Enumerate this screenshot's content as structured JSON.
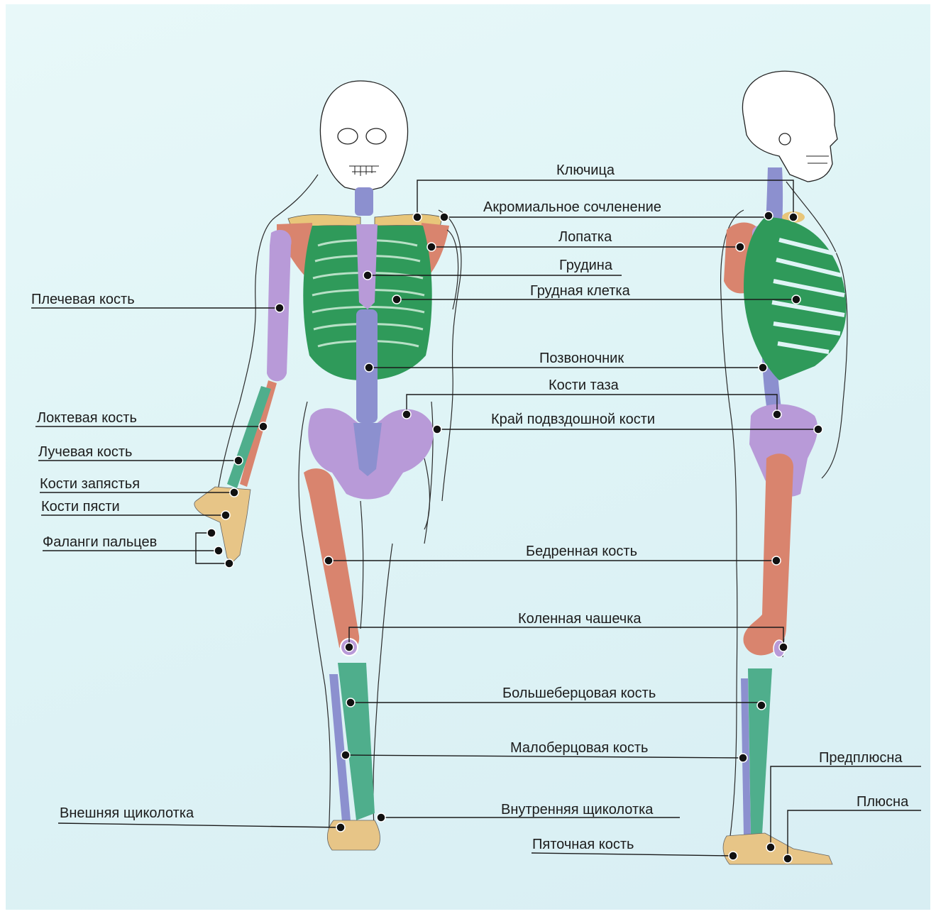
{
  "labels": {
    "klyuchitsa": "Ключица",
    "akromialnoe": "Акромиальное сочленение",
    "lopatka": "Лопатка",
    "grudina": "Грудина",
    "grudnaya_kletka": "Грудная клетка",
    "plechevaya": "Плечевая кость",
    "pozvonochnik": "Позвоночник",
    "kosti_taza": "Кости таза",
    "krai_podvzdoshnoi": "Край подвздошной кости",
    "loktevaya": "Локтевая кость",
    "luchevaya": "Лучевая кость",
    "kosti_zapyastya": "Кости запястья",
    "kosti_pyasti": "Кости пясти",
    "falangi": "Фаланги пальцев",
    "bedrennaya": "Бедренная кость",
    "kolennaya": "Коленная чашечка",
    "bolsheberts": "Большеберцовая кость",
    "maloberts": "Малоберцовая кость",
    "predplyusna": "Предплюсна",
    "plyusna": "Плюсна",
    "vneshnyaya_shchik": "Внешняя щиколотка",
    "vnutrennyaya_shchik": "Внутренняя щиколотка",
    "pyatochnaya": "Пяточная кость"
  },
  "colors": {
    "ribs": "#2f9a5a",
    "spine": "#8c90cf",
    "violet_bone": "#b89ad8",
    "salmon_bone": "#d9846e",
    "clavicle": "#e8c67a",
    "teal_bone": "#4fae8c",
    "foot": "#e7c587"
  }
}
